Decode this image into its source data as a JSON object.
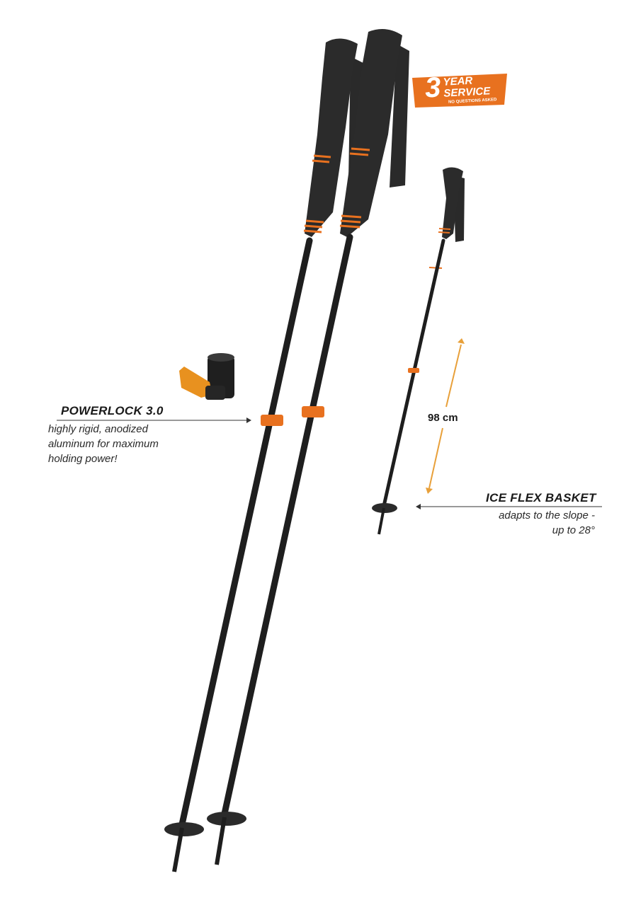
{
  "badge": {
    "number": "3",
    "line1": "YEAR",
    "line2": "SERVICE",
    "subtext": "NO QUESTIONS ASKED"
  },
  "powerlock": {
    "title": "POWERLOCK 3.0",
    "desc_lines": [
      "highly rigid, anodized",
      "aluminum for maximum",
      "holding power!"
    ]
  },
  "basket": {
    "title": "ICE FLEX BASKET",
    "desc_lines": [
      "adapts to the slope -",
      "up to 28°"
    ]
  },
  "dimension": {
    "label": "98 cm"
  },
  "colors": {
    "accent_orange": "#e8711f",
    "pole_black": "#1e1e1e",
    "grip_dark": "#2b2b2b",
    "arrow_orange": "#e8a03a"
  }
}
